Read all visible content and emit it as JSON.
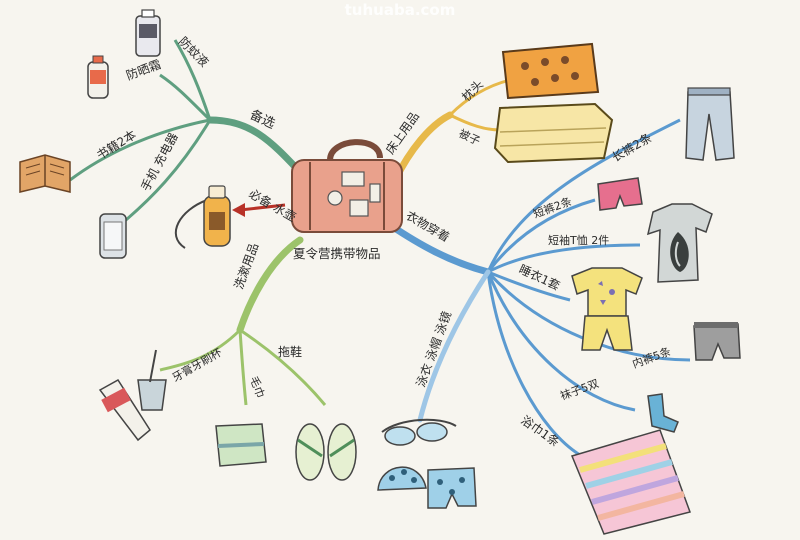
{
  "watermark": "tuhuaba.com",
  "center": {
    "label": "夏令营携带物品"
  },
  "branches": {
    "spare": {
      "label": "备选",
      "items": [
        "防蚊液",
        "防晒霜",
        "书籍2本",
        "手机 充电器"
      ]
    },
    "bed": {
      "label": "床上用品",
      "items": [
        "枕头",
        "被子"
      ]
    },
    "clothes": {
      "label": "衣物穿着",
      "items": [
        "长裤2条",
        "短裤2条",
        "短袖T恤 2件",
        "睡衣1套",
        "内裤5条",
        "袜子5双",
        "浴巾1条"
      ]
    },
    "swim": {
      "label": "泳衣 泳帽 泳镜"
    },
    "wash": {
      "label": "洗漱用品",
      "items": [
        "牙膏牙刷杯",
        "毛巾",
        "拖鞋"
      ]
    },
    "water": {
      "label": "必备 水壶"
    }
  },
  "colors": {
    "background": "#f7f5ef",
    "branch_green": "#5f9f80",
    "branch_yellow": "#e7b94a",
    "branch_blue": "#5b9ad0",
    "branch_lime": "#9cc36a",
    "suitcase": "#e9a18c",
    "arrow": "#b83228"
  }
}
